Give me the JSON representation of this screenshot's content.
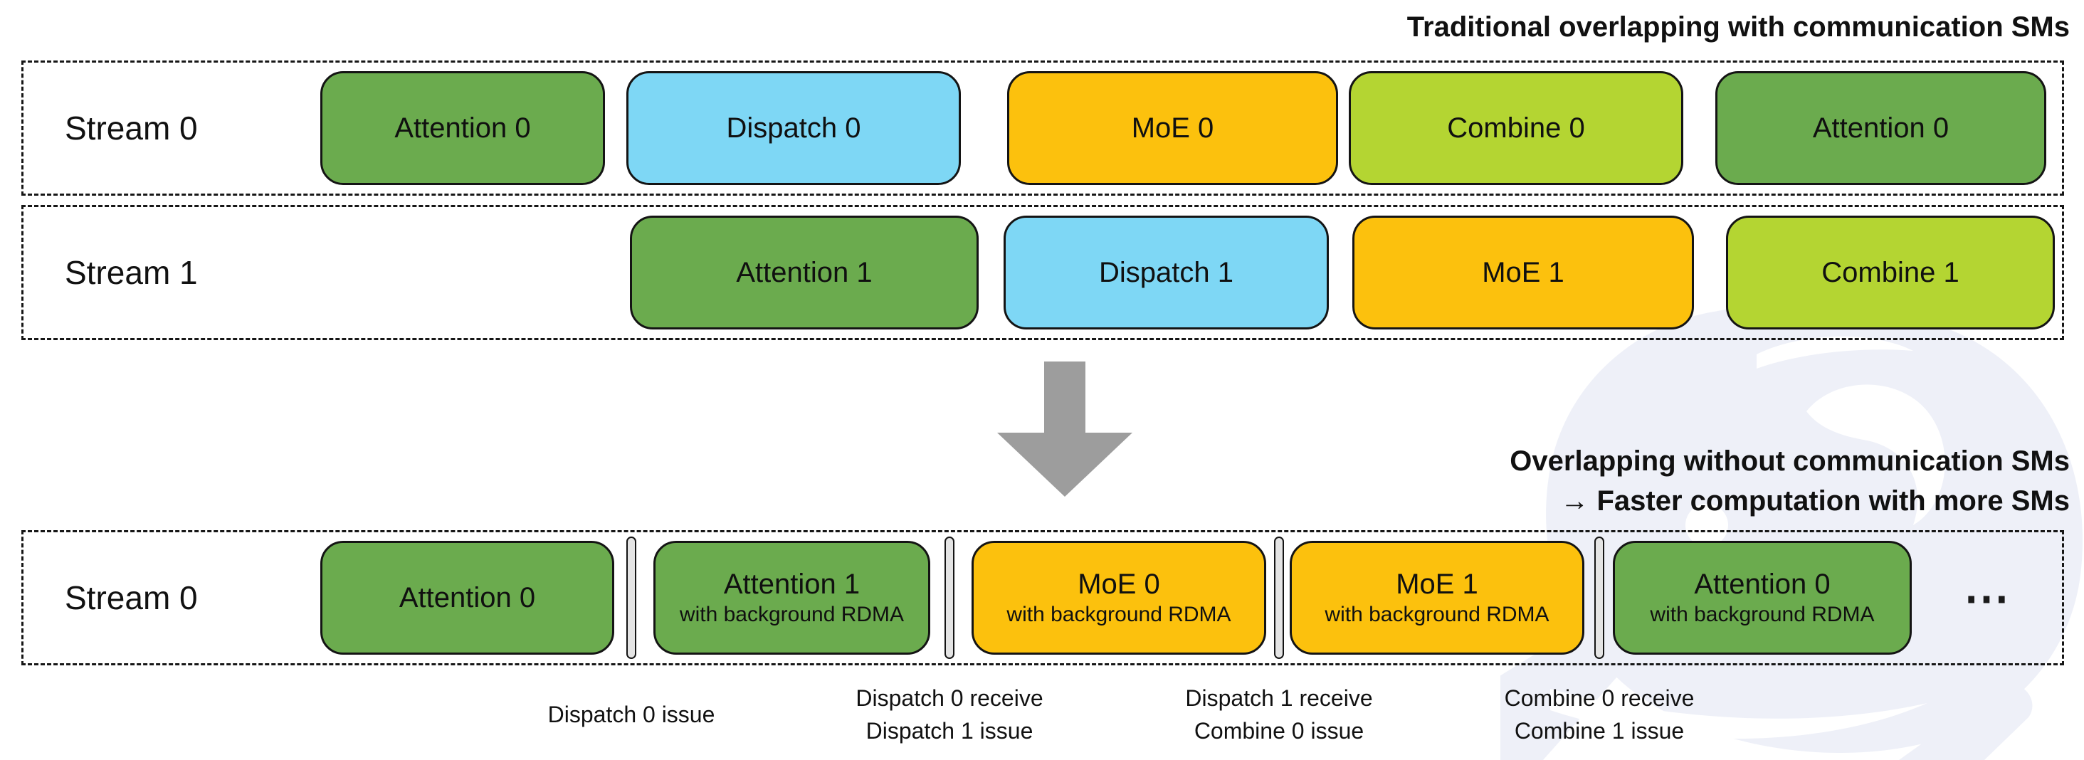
{
  "titles": {
    "traditional": "Traditional overlapping with communication SMs",
    "overlap_line1": "Overlapping without communication SMs",
    "overlap_line2": "→ Faster computation with more SMs"
  },
  "colors": {
    "attention_green": "#6bab4e",
    "dispatch_blue": "#7ed7f5",
    "moe_amber": "#fcc10d",
    "combine_lime": "#b4d532",
    "arrow_gray": "#9d9d9d",
    "separator_fill": "#e4e4e4",
    "outline": "#141414",
    "watermark_lavender": "#eef0f8"
  },
  "top_section": {
    "rows": [
      {
        "label": "Stream 0",
        "boxes": [
          {
            "label": "Attention 0",
            "type": "attention"
          },
          {
            "label": "Dispatch 0",
            "type": "dispatch"
          },
          {
            "label": "MoE 0",
            "type": "moe"
          },
          {
            "label": "Combine 0",
            "type": "combine"
          },
          {
            "label": "Attention 0",
            "type": "attention"
          }
        ]
      },
      {
        "label": "Stream 1",
        "boxes": [
          {
            "label": "Attention 1",
            "type": "attention"
          },
          {
            "label": "Dispatch 1",
            "type": "dispatch"
          },
          {
            "label": "MoE 1",
            "type": "moe"
          },
          {
            "label": "Combine 1",
            "type": "combine"
          }
        ]
      }
    ]
  },
  "bottom_section": {
    "row_label": "Stream 0",
    "boxes": [
      {
        "label": "Attention 0",
        "sublabel": "",
        "type": "attention"
      },
      {
        "label": "Attention 1",
        "sublabel": "with background RDMA",
        "type": "attention"
      },
      {
        "label": "MoE 0",
        "sublabel": "with background RDMA",
        "type": "moe"
      },
      {
        "label": "MoE 1",
        "sublabel": "with background RDMA",
        "type": "moe"
      },
      {
        "label": "Attention 0",
        "sublabel": "with background RDMA",
        "type": "attention"
      }
    ],
    "ellipsis": "⋯"
  },
  "event_labels": [
    {
      "line1": "Dispatch 0 issue",
      "line2": ""
    },
    {
      "line1": "Dispatch 0 receive",
      "line2": "Dispatch 1 issue"
    },
    {
      "line1": "Dispatch 1 receive",
      "line2": "Combine 0 issue"
    },
    {
      "line1": "Combine 0 receive",
      "line2": "Combine 1 issue"
    }
  ]
}
